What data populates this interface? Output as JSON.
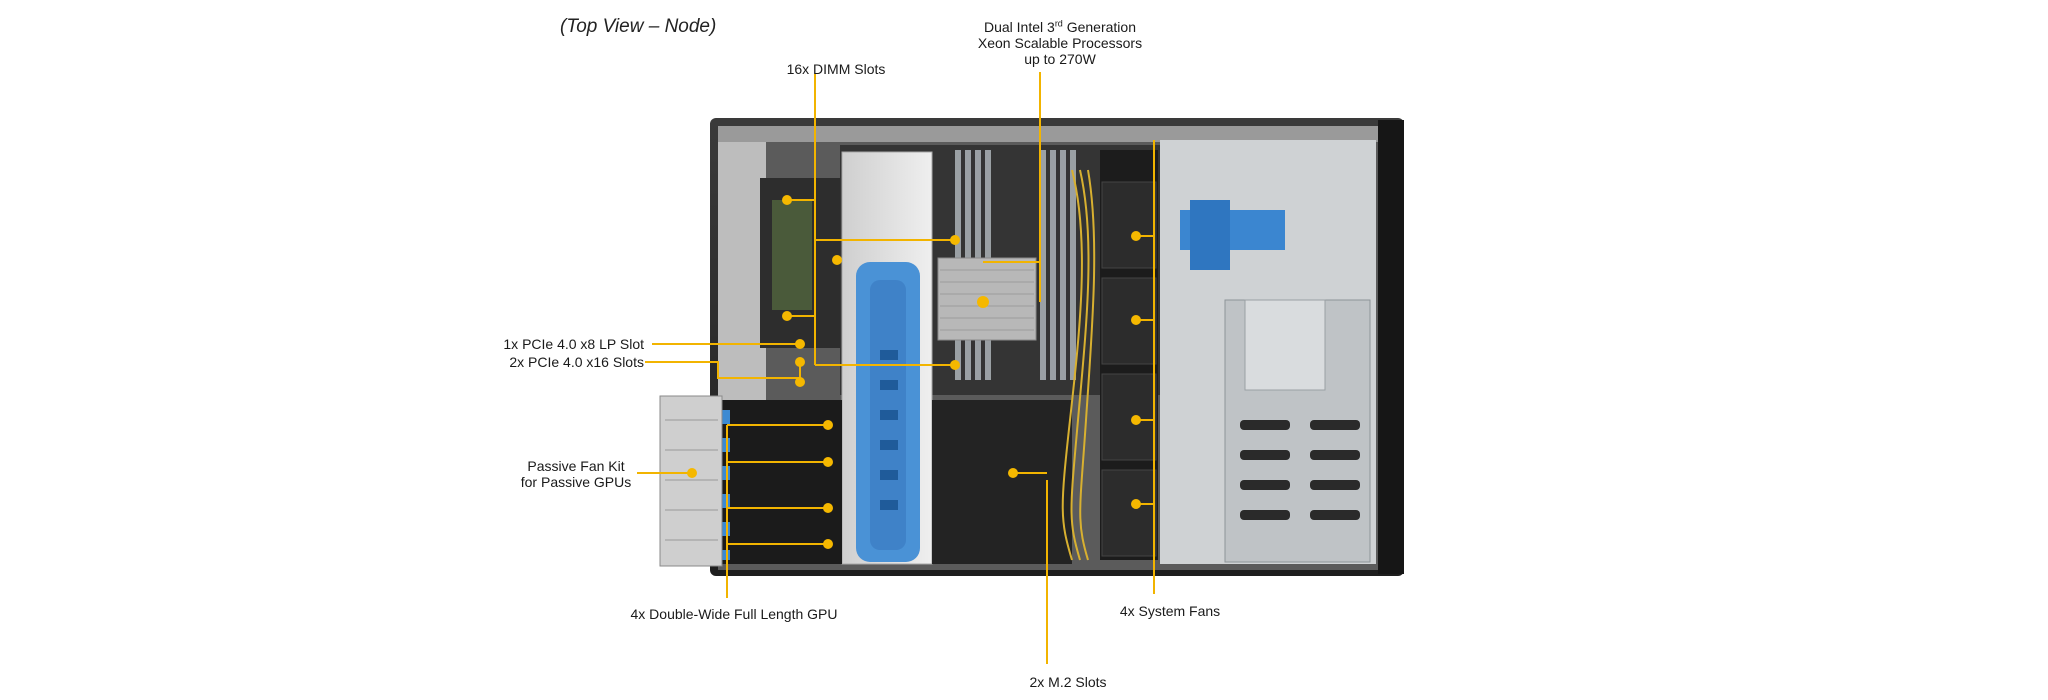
{
  "view_title": "(Top View – Node)",
  "callouts": {
    "dimm": "16x DIMM  Slots",
    "cpu_line1": "Dual Intel 3",
    "cpu_sup": "rd",
    "cpu_line1_tail": " Generation",
    "cpu_line2": "Xeon Scalable Processors",
    "cpu_line3": "up to 270W",
    "pcie_lp": "1x PCIe 4.0 x8 LP Slot",
    "pcie_x16": "2x PCIe 4.0 x16 Slots",
    "fan_kit_line1": "Passive Fan Kit",
    "fan_kit_line2": "for Passive GPUs",
    "gpu": "4x Double-Wide Full Length GPU",
    "system_fans": "4x System Fans",
    "m2": "2x M.2 Slots"
  },
  "colors": {
    "callout_line": "#f2b400",
    "callout_dot": "#f5b800",
    "chassis_dark": "#2b2b2b",
    "chassis_gray": "#8c8c8c",
    "panel_light": "#d8d8d8",
    "shroud_blue": "#3f8fd8",
    "bracket_blue": "#2f7fc8"
  }
}
